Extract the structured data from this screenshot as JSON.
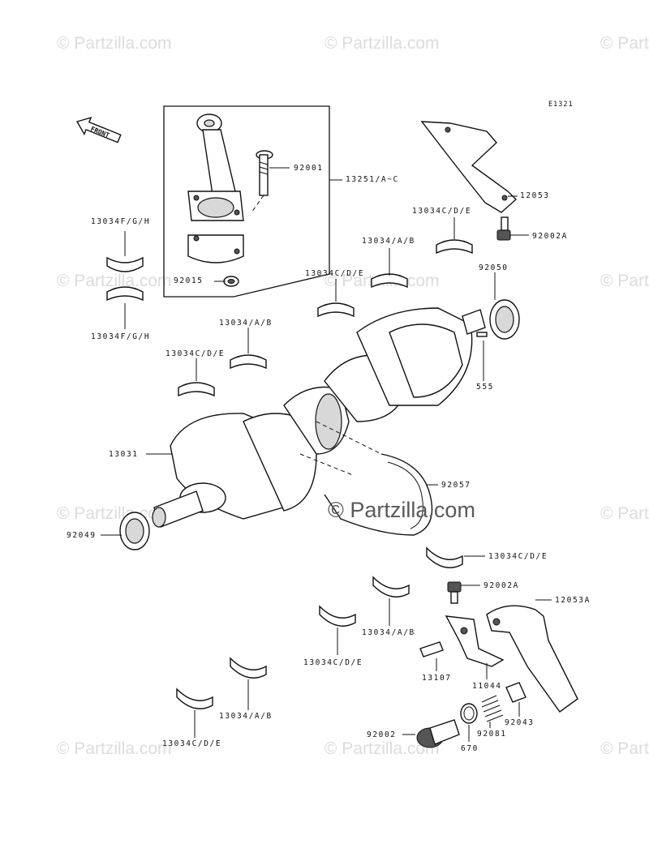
{
  "diagram": {
    "code": "E1321",
    "front_label": "FRONT",
    "watermark": "© Partzilla.com",
    "center_watermark": "© Partzilla.com",
    "labels": {
      "p92001": "92001",
      "p13251": "13251/A~C",
      "p12053": "12053",
      "p13034cde_top": "13034C/D/E",
      "p92002a_top": "92002A",
      "p13034fgh_top": "13034F/G/H",
      "p13034ab_1": "13034/A/B",
      "p92050": "92050",
      "p13034cde_2": "13034C/D/E",
      "p92015": "92015",
      "p13034fgh_bottom": "13034F/G/H",
      "p13034ab_2": "13034/A/B",
      "p13034cde_3": "13034C/D/E",
      "p555": "555",
      "p13031": "13031",
      "p92057": "92057",
      "p92049": "92049",
      "p13034cde_4": "13034C/D/E",
      "p92002a_bottom": "92002A",
      "p12053a": "12053A",
      "p13034ab_3": "13034/A/B",
      "p13034cde_5": "13034C/D/E",
      "p13107": "13107",
      "p11044": "11044",
      "p13034ab_4": "13034/A/B",
      "p92043": "92043",
      "p92002": "92002",
      "p92081": "92081",
      "p13034cde_6": "13034C/D/E",
      "p670": "670"
    }
  }
}
